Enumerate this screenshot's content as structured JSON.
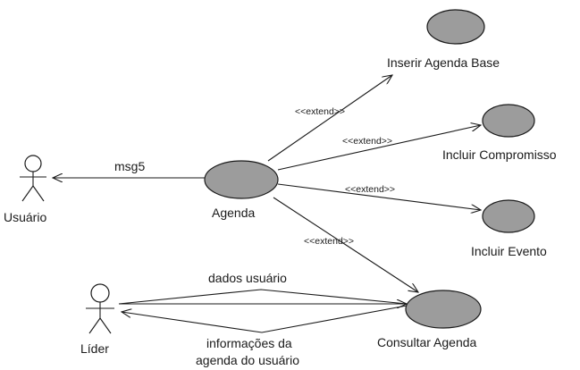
{
  "actors": {
    "usuario": "Usuário",
    "lider": "Líder"
  },
  "use_cases": {
    "agenda": "Agenda",
    "inserir": "Inserir  Agenda Base",
    "compromisso": "Incluir Compromisso",
    "evento": "Incluir Evento",
    "consultar": "Consultar  Agenda"
  },
  "relations": {
    "msg5": "msg5",
    "extend_inserir": "<<extend>>",
    "extend_compromisso": "<<extend>>",
    "extend_evento": "<<extend>>",
    "extend_consultar": "<<extend>>",
    "dados_usuario": "dados usuário",
    "informacoes_line1": "informações da",
    "informacoes_line2": "agenda do usuário"
  },
  "colors": {
    "use_case_fill": "#9c9c9c",
    "stroke": "#1a1a1a"
  }
}
